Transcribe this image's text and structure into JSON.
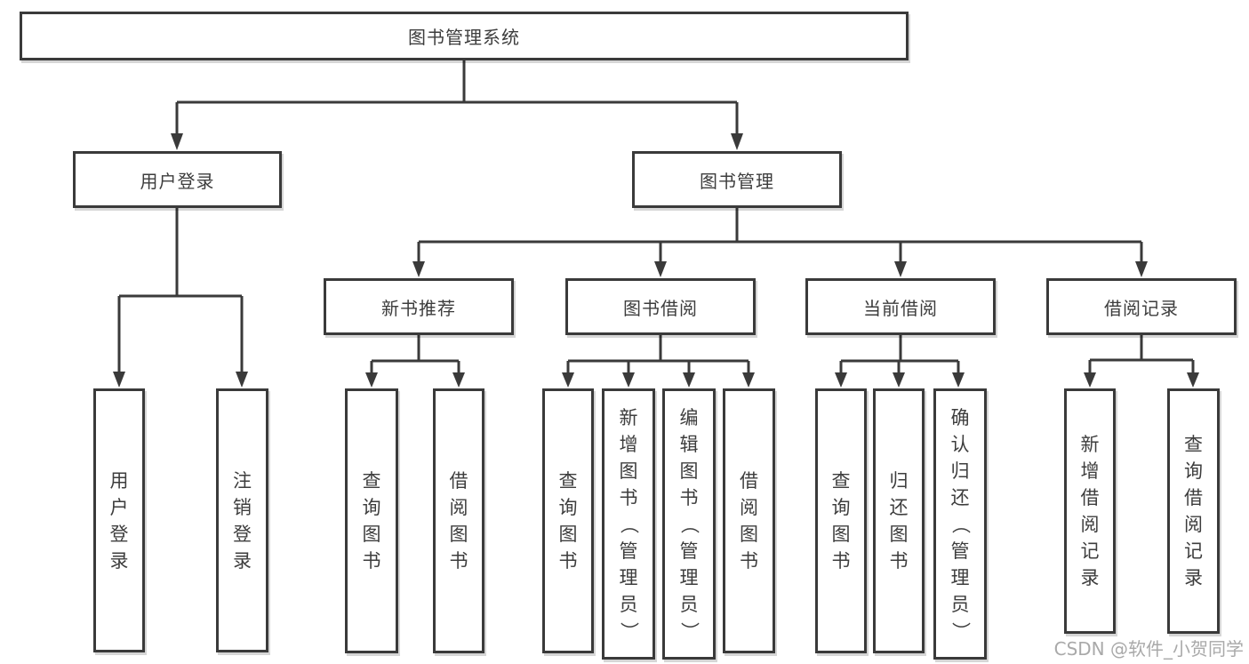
{
  "diagram": {
    "type": "hierarchy-tree",
    "tree": {
      "label": "图书管理系统",
      "children": [
        {
          "label": "用户登录",
          "children": [
            {
              "label": "用户登录"
            },
            {
              "label": "注销登录"
            }
          ]
        },
        {
          "label": "图书管理",
          "children": [
            {
              "label": "新书推荐",
              "children": [
                {
                  "label": "查询图书"
                },
                {
                  "label": "借阅图书"
                }
              ]
            },
            {
              "label": "图书借阅",
              "children": [
                {
                  "label": "查询图书"
                },
                {
                  "label": "新增图书（管理员）"
                },
                {
                  "label": "编辑图书（管理员）"
                },
                {
                  "label": "借阅图书"
                }
              ]
            },
            {
              "label": "当前借阅",
              "children": [
                {
                  "label": "查询图书"
                },
                {
                  "label": "归还图书"
                },
                {
                  "label": "确认归还（管理员）"
                }
              ]
            },
            {
              "label": "借阅记录",
              "children": [
                {
                  "label": "新增借阅记录"
                },
                {
                  "label": "查询借阅记录"
                }
              ]
            }
          ]
        }
      ]
    },
    "colors": {
      "background": "#ffffff",
      "line": "#3a3a3a",
      "text": "#3d3d3d",
      "watermark": "#a2a2a2"
    }
  },
  "watermark": {
    "text": "CSDN @软件_小贺同学"
  }
}
